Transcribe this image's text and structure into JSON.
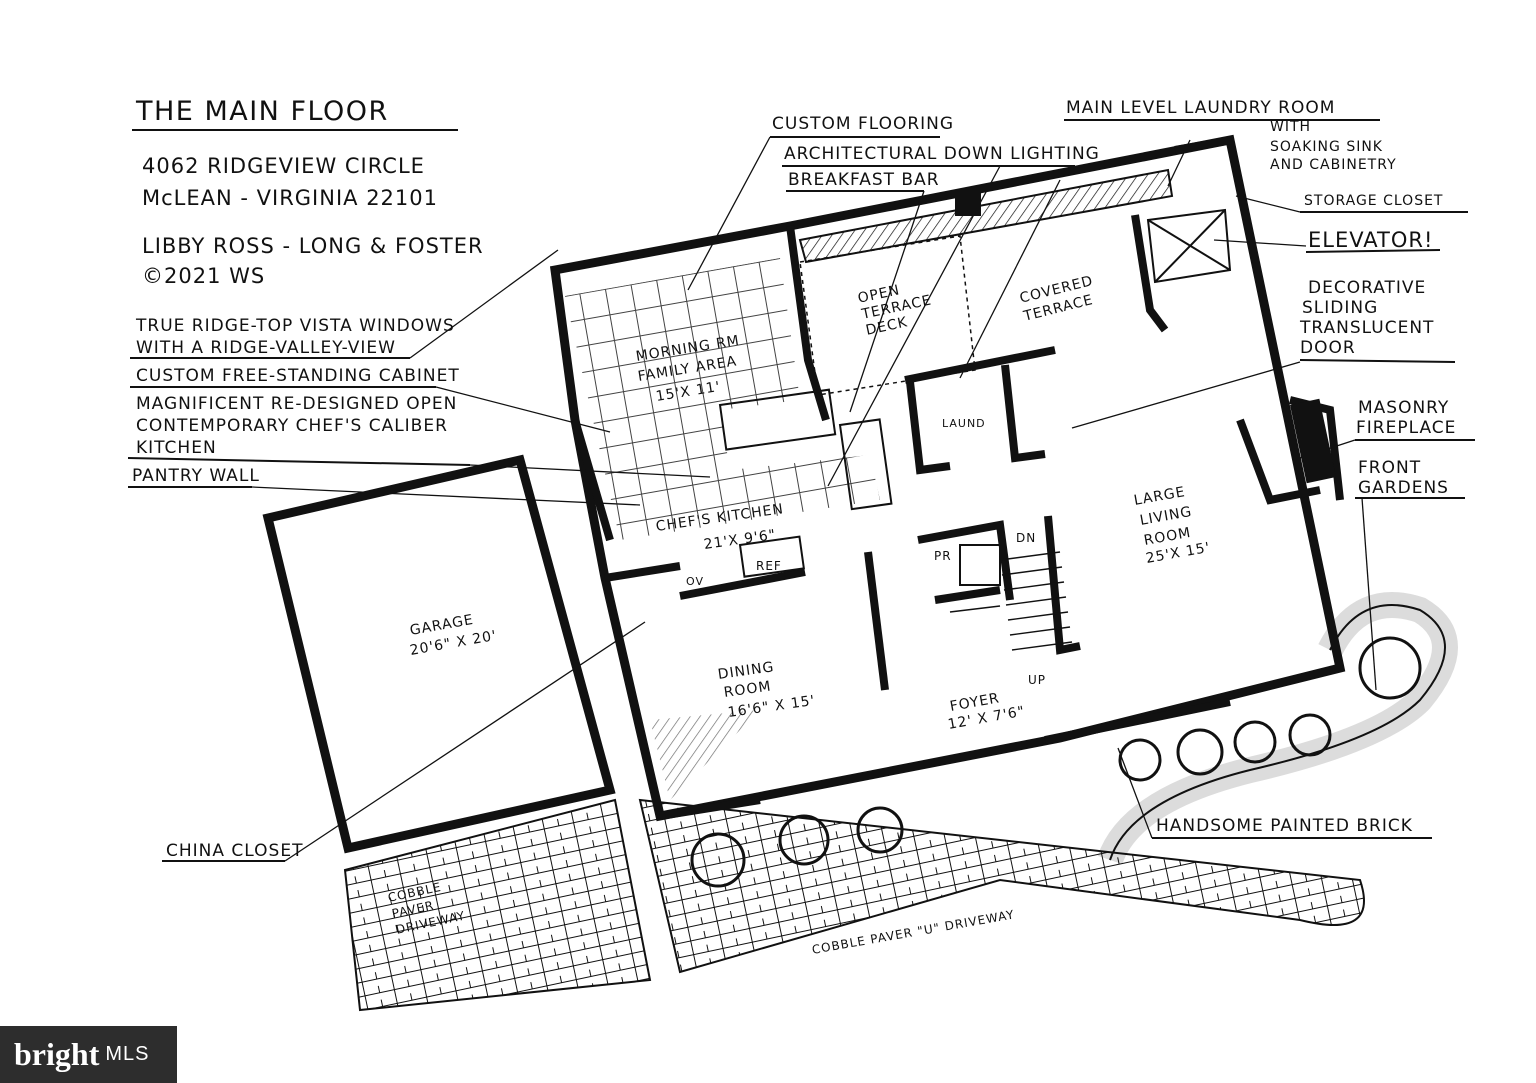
{
  "header": {
    "title": "THE MAIN FLOOR",
    "address_line1": "4062 RIDGEVIEW CIRCLE",
    "address_line2": "McLEAN - VIRGINIA 22101",
    "agent": "LIBBY ROSS - LONG & FOSTER",
    "copyright": "©2021 WS"
  },
  "callouts": {
    "ridge_windows_1": "TRUE RIDGE-TOP VISTA WINDOWS",
    "ridge_windows_2": "WITH A RIDGE-VALLEY-VIEW",
    "free_cabinet": "CUSTOM FREE-STANDING CABINET",
    "kitchen_1": "MAGNIFICENT RE-DESIGNED OPEN",
    "kitchen_2": "CONTEMPORARY CHEF'S CALIBER",
    "kitchen_3": "KITCHEN",
    "pantry": "PANTRY WALL",
    "china": "CHINA CLOSET",
    "flooring": "CUSTOM FLOORING",
    "lighting": "ARCHITECTURAL DOWN LIGHTING",
    "breakfast": "BREAKFAST BAR",
    "laundry_1": "MAIN LEVEL LAUNDRY ROOM",
    "laundry_2": "WITH",
    "laundry_3": "SOAKING SINK",
    "laundry_4": "AND CABINETRY",
    "storage": "STORAGE CLOSET",
    "elevator": "ELEVATOR!",
    "door_1": "DECORATIVE",
    "door_2": "SLIDING",
    "door_3": "TRANSLUCENT",
    "door_4": "DOOR",
    "fireplace_1": "MASONRY",
    "fireplace_2": "FIREPLACE",
    "gardens_1": "FRONT",
    "gardens_2": "GARDENS",
    "brick": "HANDSOME PAINTED BRICK"
  },
  "rooms": {
    "morning_1": "MORNING RM",
    "morning_2": "FAMILY AREA",
    "morning_dim": "15'x 11'",
    "terrace_1": "OPEN",
    "terrace_2": "TERRACE",
    "terrace_3": "DECK",
    "covered_1": "COVERED",
    "covered_2": "TERRACE",
    "chef": "CHEF'S KITCHEN",
    "chef_dim": "21'x 9'6\"",
    "laund": "LAUND",
    "living_1": "LARGE",
    "living_2": "LIVING",
    "living_3": "ROOM",
    "living_dim": "25'x 15'",
    "garage": "GARAGE",
    "garage_dim": "20'6\" x 20'",
    "dining_1": "DINING",
    "dining_2": "ROOM",
    "dining_dim": "16'6\" x 15'",
    "foyer": "FOYER",
    "foyer_dim": "12' x 7'6\"",
    "pr": "PR",
    "dn": "DN",
    "up": "UP",
    "ov": "OV",
    "ref": "REF",
    "cobble_1": "COBBLE",
    "cobble_2": "PAVER",
    "cobble_3": "DRIVEWAY",
    "u_drive": "COBBLE PAVER \"U\" DRIVEWAY"
  },
  "watermark": {
    "brand": "bright",
    "suffix": "MLS"
  }
}
